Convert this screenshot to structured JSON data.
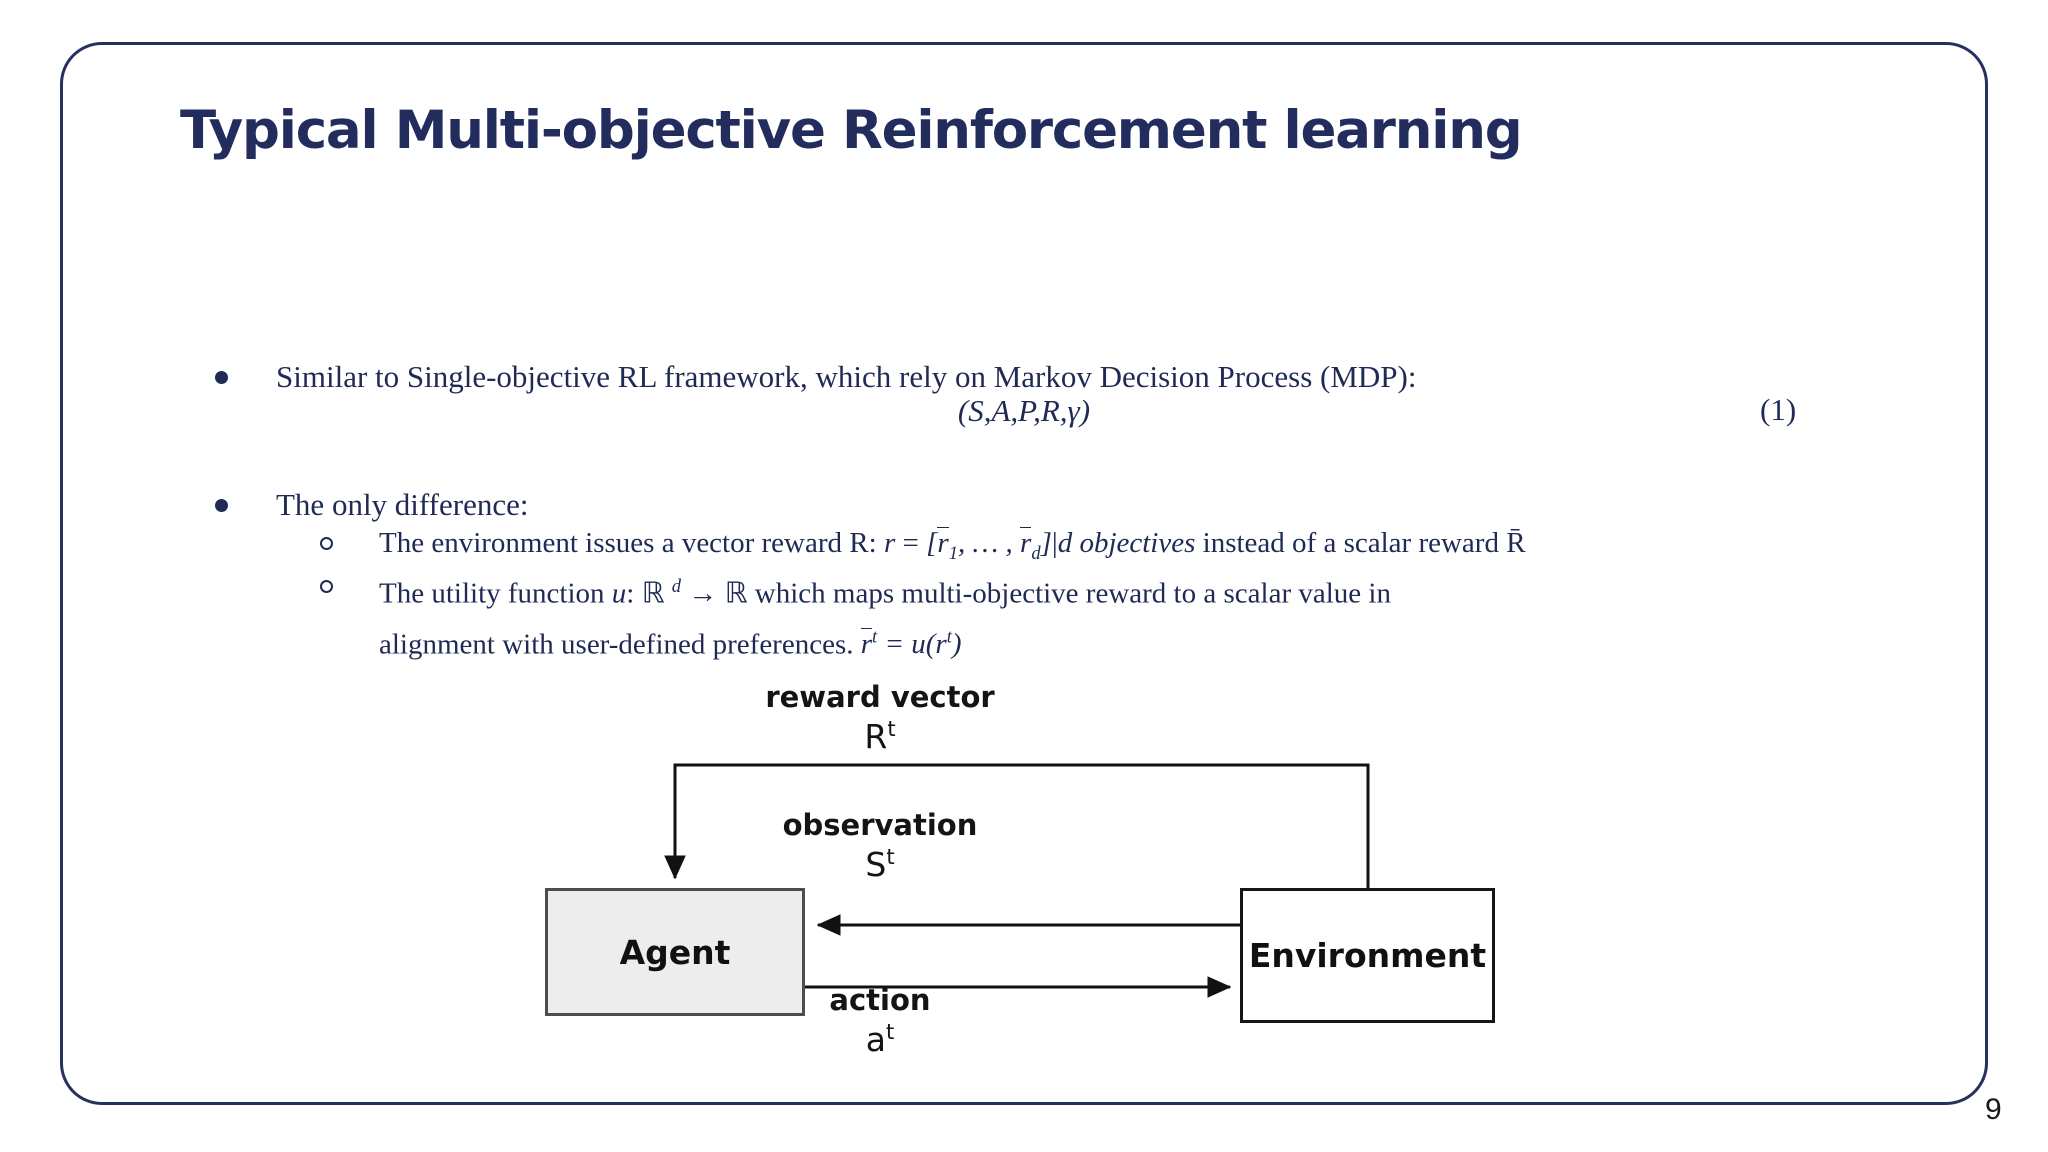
{
  "slide": {
    "title": "Typical Multi-objective Reinforcement learning",
    "page_number": "9",
    "border_color": "#26305c",
    "title_color": "#222d5e",
    "text_color": "#1f2a55"
  },
  "bullets": [
    {
      "level": 1,
      "marker": "filled-disc",
      "text": "Similar to Single-objective RL framework, which rely on Markov Decision Process (MDP):"
    },
    {
      "level": 1,
      "marker": "filled-disc",
      "text": "The only difference:"
    },
    {
      "level": 2,
      "marker": "hollow-circle",
      "text_before": "The environment issues a vector reward  R: ",
      "formula": "r = [r̄1, … , r̄d]|d objectives",
      "text_after": " instead of a scalar reward R̄"
    },
    {
      "level": 2,
      "marker": "hollow-circle",
      "text_before": "The utility function ",
      "formula": "u: ℝ d → ℝ",
      "text_after": " which maps multi-objective reward to a scalar value in alignment with user-defined preferences. r̄t = u(rt)"
    }
  ],
  "equation": {
    "expression": "(S, A, P, R, γ)",
    "number": "(1)"
  },
  "diagram": {
    "type": "agent-environment-loop",
    "nodes": [
      {
        "id": "agent",
        "label": "Agent",
        "fill": "#ededed",
        "stroke": "#4d4d4d"
      },
      {
        "id": "environment",
        "label": "Environment",
        "fill": "#ffffff",
        "stroke": "#161616"
      }
    ],
    "edges": [
      {
        "id": "reward",
        "label": "reward vector",
        "symbol": "R",
        "superscript": "t",
        "from": "environment",
        "to": "agent"
      },
      {
        "id": "observation",
        "label": "observation",
        "symbol": "S",
        "superscript": "t",
        "from": "environment",
        "to": "agent"
      },
      {
        "id": "action",
        "label": "action",
        "symbol": "a",
        "superscript": "t",
        "from": "agent",
        "to": "environment"
      }
    ]
  }
}
